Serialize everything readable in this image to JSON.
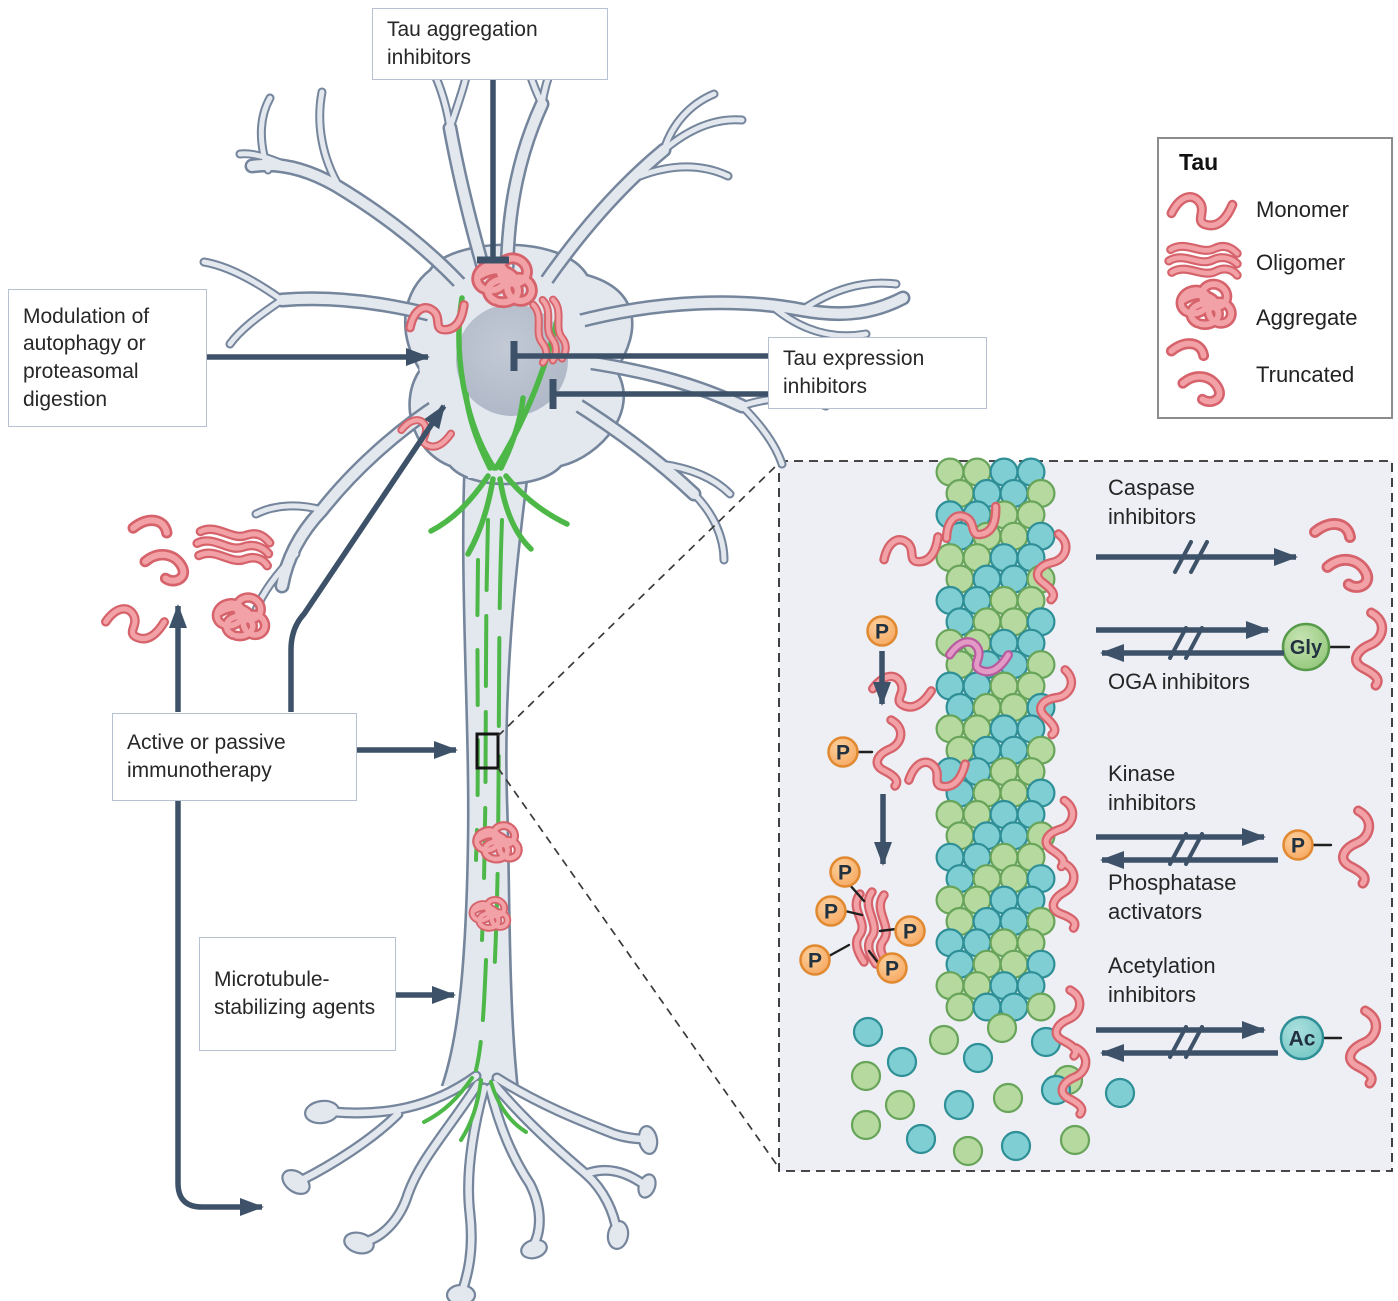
{
  "legend": {
    "title": "Tau",
    "items": [
      {
        "icon": "monomer-icon",
        "label": "Monomer"
      },
      {
        "icon": "oligomer-icon",
        "label": "Oligomer"
      },
      {
        "icon": "aggregate-icon",
        "label": "Aggregate"
      },
      {
        "icon": "truncated-icon",
        "label": "Truncated"
      }
    ]
  },
  "therapy_boxes": {
    "tau_aggregation": "Tau aggregation inhibitors",
    "autophagy": "Modulation of autophagy or proteasomal digestion",
    "tau_expression": "Tau expression inhibitors",
    "immunotherapy": "Active or passive immunotherapy",
    "microtubule_stabilizing": "Microtubule-stabilizing agents"
  },
  "inset_panel": {
    "labels": {
      "caspase": "Caspase inhibitors",
      "oga": "OGA inhibitors",
      "kinase": "Kinase inhibitors",
      "phosphatase": "Phosphatase activators",
      "acetylation": "Acetylation inhibitors"
    },
    "badges": {
      "phospho": "P",
      "glyco": "Gly",
      "acetyl": "Ac"
    }
  },
  "colors": {
    "arrow": "#3d5269",
    "tau_fill": "#f2a2a6",
    "tau_stroke": "#d6636b",
    "magenta_tau": "#b85b9e",
    "microtubule_green": "#b5d99e",
    "microtubule_teal": "#7fced4",
    "phospho_badge": "#f9ad6a",
    "glyco_badge": "#97cb7c",
    "acetyl_badge": "#72c7c6",
    "neuron_fill": "#e3e7ee",
    "neuron_stroke": "#74859c",
    "microtubule_strand_green": "#4db848",
    "panel_background": "#edeff4"
  }
}
